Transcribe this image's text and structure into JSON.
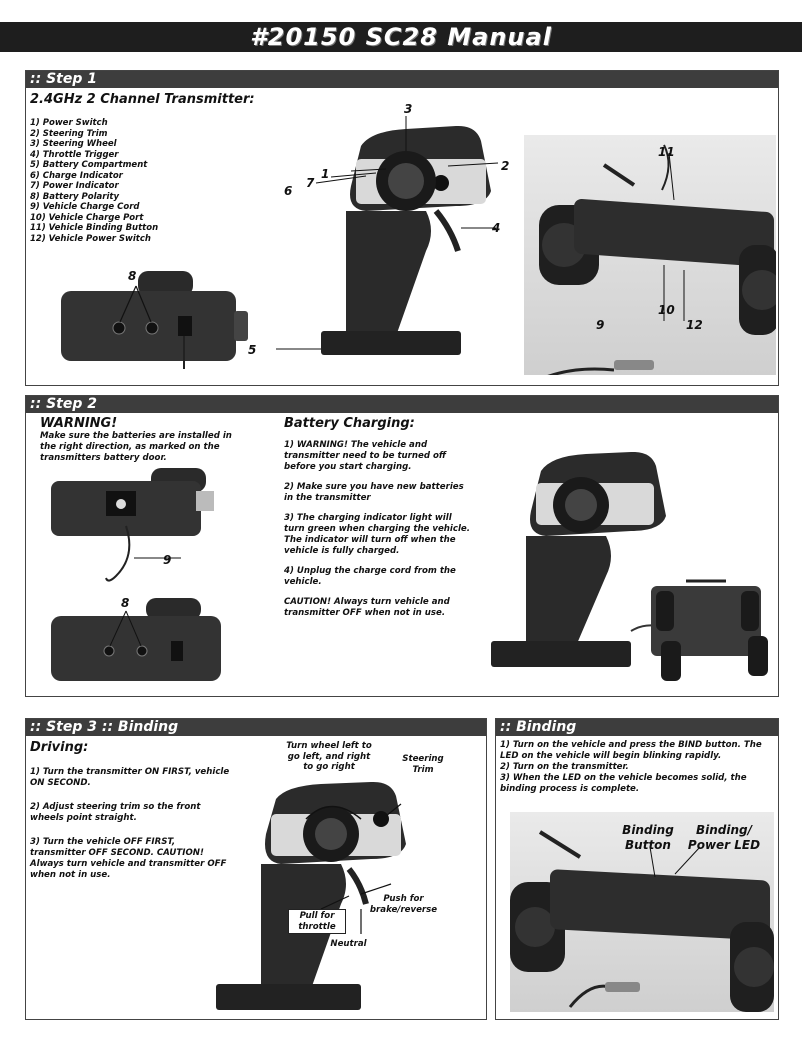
{
  "title": "#20150 SC28 Manual",
  "step1": {
    "header": ":: Step 1",
    "subtitle": "2.4GHz 2 Channel Transmitter:",
    "parts": [
      "1) Power Switch",
      "2) Steering Trim",
      "3) Steering Wheel",
      "4) Throttle Trigger",
      "5) Battery Compartment",
      "6) Charge Indicator",
      "7) Power Indicator",
      "8) Battery Polarity",
      "9) Vehicle Charge Cord",
      "10) Vehicle Charge Port",
      "11) Vehicle Binding Button",
      "12) Vehicle Power Switch"
    ],
    "callouts": {
      "c1": "1",
      "c2": "2",
      "c3": "3",
      "c4": "4",
      "c5": "5",
      "c6": "6",
      "c7": "7",
      "c8": "8",
      "c9": "9",
      "c10": "10",
      "c11": "11",
      "c12": "12"
    }
  },
  "step2": {
    "header": ":: Step 2",
    "warning_title": "WARNING!",
    "warning_text": "Make sure the batteries are installed in the right direction, as marked on the transmitters battery door.",
    "callout9": "9",
    "callout8": "8",
    "charging_title": "Battery Charging:",
    "charging_steps": [
      "1) WARNING!  The vehicle and transmitter need to be turned off before you start charging.",
      "2) Make sure you have new batteries in the transmitter",
      "3) The charging indicator light will turn green when charging the vehicle.  The indicator will turn off when the vehicle is fully charged.",
      "4) Unplug the charge cord from the vehicle."
    ],
    "caution": "CAUTION!  Always turn vehicle and transmitter OFF when not in use."
  },
  "step3": {
    "header": ":: Step 3 :: Binding",
    "driving_title": "Driving:",
    "driving_steps": [
      "1) Turn the transmitter ON FIRST, vehicle ON SECOND.",
      "2) Adjust steering trim so the front wheels point straight.",
      "3) Turn the vehicle OFF FIRST, transmitter OFF SECOND. CAUTION!  Always turn vehicle and transmitter OFF when not in use."
    ],
    "labels": {
      "turn_wheel": "Turn wheel left to go left, and right to go right",
      "steering_trim": "Steering Trim",
      "push": "Push for brake/reverse",
      "pull": "Pull for throttle",
      "neutral": "Neutral"
    }
  },
  "binding": {
    "header": ":: Binding",
    "steps": [
      "1) Turn on the vehicle and press the BIND button. The LED on the vehicle will begin blinking rapidly.",
      "2) Turn on the transmitter.",
      "3) When the LED on the vehicle becomes solid, the binding process is complete."
    ],
    "label_button": "Binding Button",
    "label_led": "Binding/ Power LED"
  },
  "colors": {
    "header_bar": "#1e1e1e",
    "section_bar": "#3d3d3d"
  }
}
